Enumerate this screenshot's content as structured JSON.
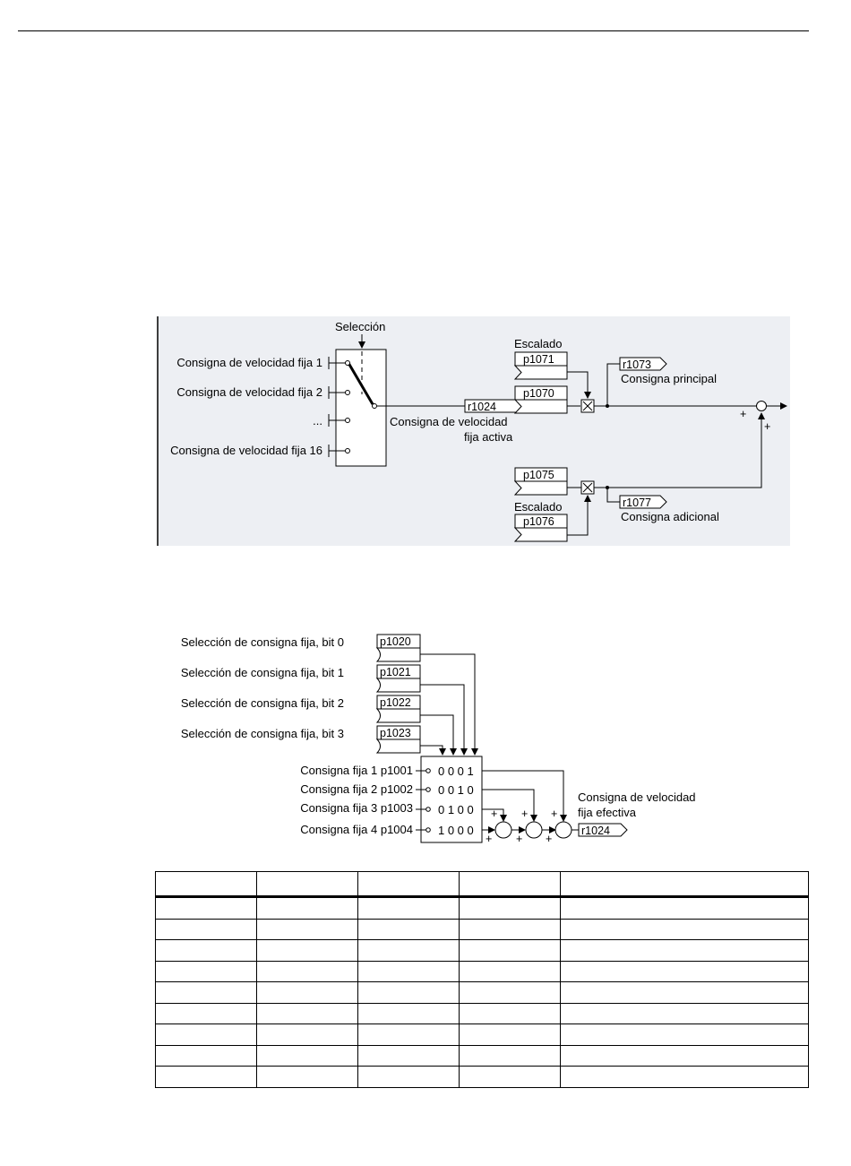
{
  "diagram1": {
    "selection_label": "Selección",
    "inputs": [
      "Consigna de velocidad fija 1",
      "Consigna de velocidad fija 2",
      "...",
      "Consigna de velocidad fija 16"
    ],
    "r1024": "r1024",
    "active_label_1": "Consigna de velocidad",
    "active_label_2": "fija activa",
    "scaling_top": "Escalado",
    "p1071": "p1071",
    "p1070": "p1070",
    "r1073": "r1073",
    "main_label": "Consigna principal",
    "p1075": "p1075",
    "scaling_bottom": "Escalado",
    "p1076": "p1076",
    "r1077": "r1077",
    "add_label": "Consigna adicional",
    "plus": "+"
  },
  "diagram2": {
    "bits": [
      {
        "label": "Selección de consigna fija, bit 0",
        "param": "p1020"
      },
      {
        "label": "Selección de consigna fija, bit 1",
        "param": "p1021"
      },
      {
        "label": "Selección de consigna fija, bit 2",
        "param": "p1022"
      },
      {
        "label": "Selección de consigna fija, bit 3",
        "param": "p1023"
      }
    ],
    "setpoints": [
      {
        "label": "Consigna fija 1  p1001",
        "code": "0 0 0 1"
      },
      {
        "label": "Consigna fija 2  p1002",
        "code": "0 0 1 0"
      },
      {
        "label": "Consigna fija 3  p1003",
        "code": "0 1 0 0"
      },
      {
        "label": "Consigna fija 4  p1004",
        "code": "1 0 0 0"
      }
    ],
    "out_label_1": "Consigna de velocidad",
    "out_label_2": "fija efectiva",
    "r1024": "r1024",
    "plus": "+"
  },
  "table": {
    "columns": 5,
    "rows": 10
  }
}
